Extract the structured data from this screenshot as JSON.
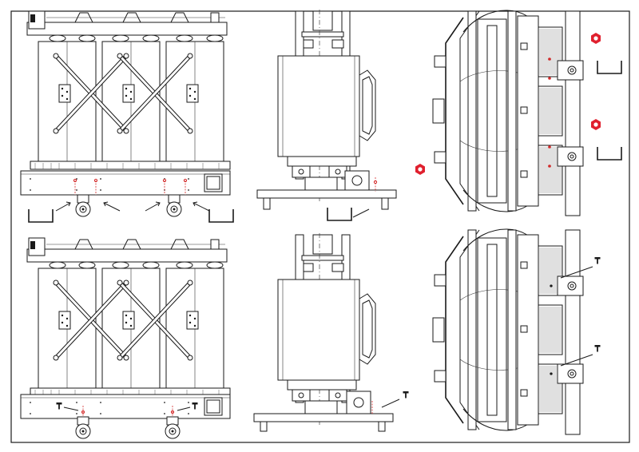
{
  "drawing": {
    "views": [
      {
        "id": "top-front",
        "role": "front elevation with wheel removal"
      },
      {
        "id": "top-side",
        "role": "side elevation"
      },
      {
        "id": "top-plan",
        "role": "plan view"
      },
      {
        "id": "bottom-front",
        "role": "front elevation with bolts"
      },
      {
        "id": "bottom-side",
        "role": "side elevation"
      },
      {
        "id": "bottom-plan",
        "role": "plan view"
      }
    ]
  },
  "colors": {
    "line": "#1a1a1a",
    "nut_marker": "#e0202e",
    "bolt_marker": "#1a1a1a",
    "highlight_dot": "#d42a2a",
    "border": "#1a1a1a"
  },
  "icons": {
    "nut": "hex-nut-icon",
    "bolt": "bolt-icon",
    "wheel": "wheel-icon",
    "bracket": "u-bracket-icon"
  }
}
